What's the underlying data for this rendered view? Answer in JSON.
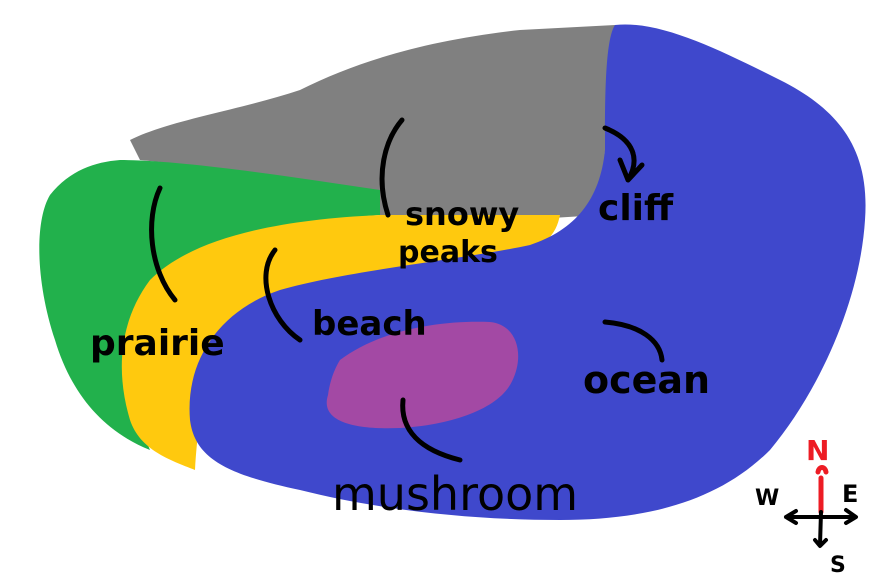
{
  "regions": {
    "snowy_peaks": {
      "label_line1": "snowy",
      "label_line2": "peaks",
      "color": "#808080"
    },
    "prairie": {
      "label": "prairie",
      "color": "#22b14c"
    },
    "beach": {
      "label": "beach",
      "color": "#ffc90e"
    },
    "ocean": {
      "label": "ocean",
      "color": "#3f48cc"
    },
    "cliff": {
      "label": "cliff"
    },
    "mushroom": {
      "label": "mushroom",
      "color": "#a349a4"
    }
  },
  "compass": {
    "north": "N",
    "east": "E",
    "south": "S",
    "west": "W",
    "north_color": "#ed1c24"
  }
}
